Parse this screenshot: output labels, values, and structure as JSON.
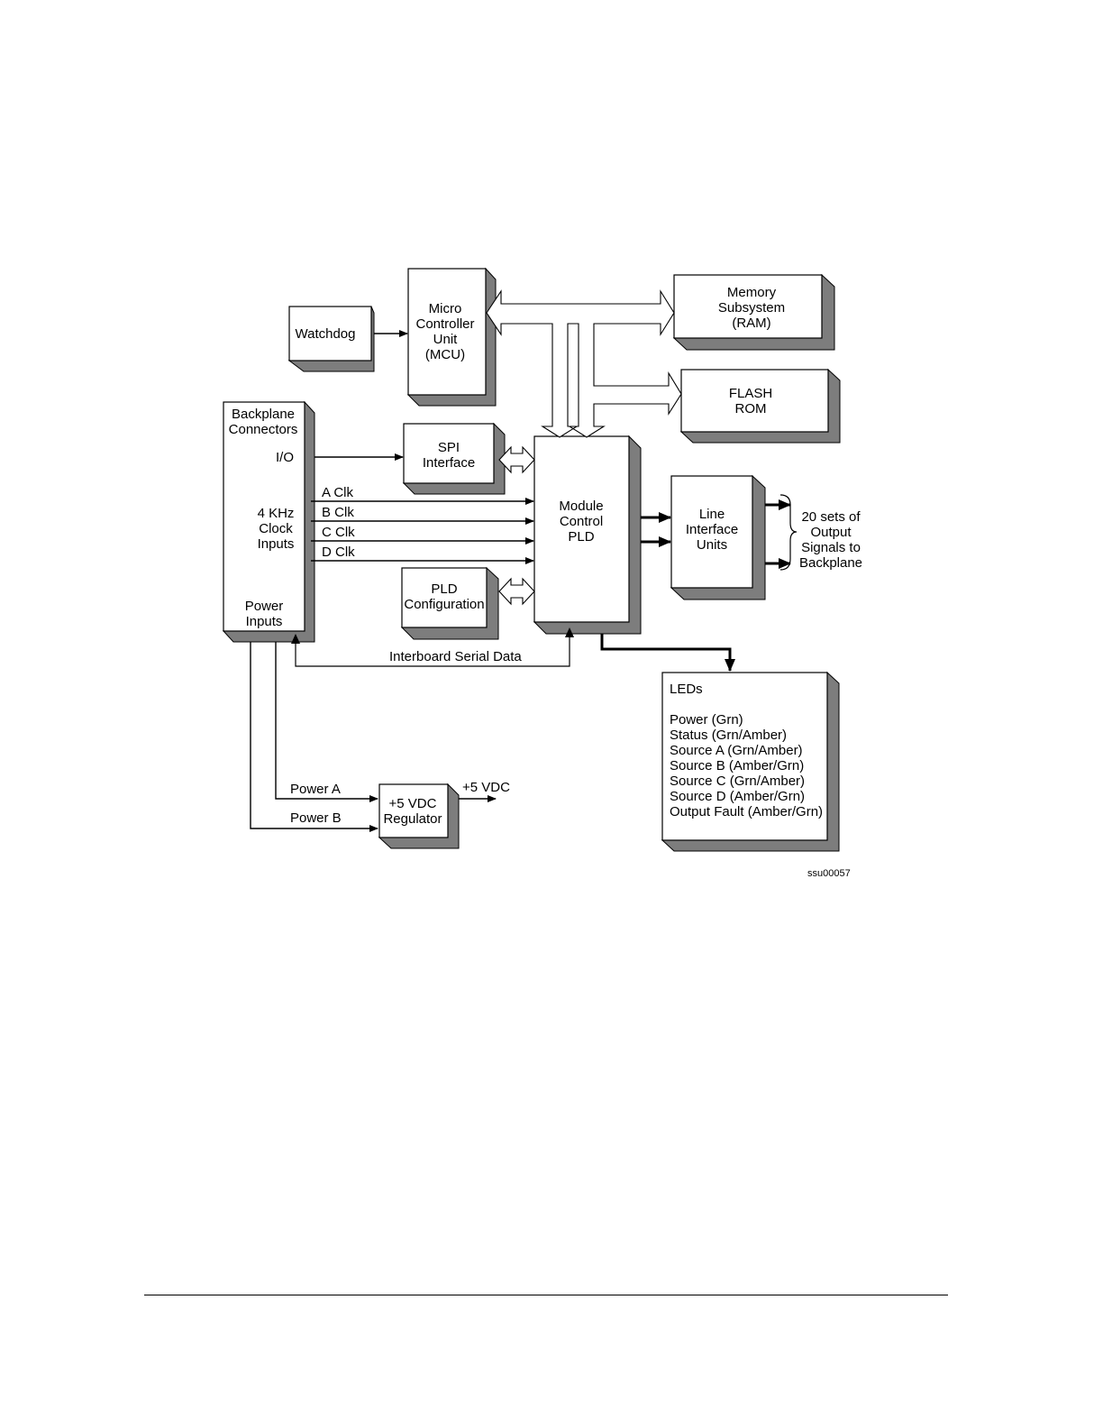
{
  "blocks": {
    "watchdog": [
      "Watchdog"
    ],
    "mcu": [
      "Micro",
      "Controller",
      "Unit",
      "(MCU)"
    ],
    "memory": [
      "Memory",
      "Subsystem",
      "(RAM)"
    ],
    "flash": [
      "FLASH",
      "ROM"
    ],
    "backplane": [
      "Backplane",
      "Connectors"
    ],
    "spi": [
      "SPI",
      "Interface"
    ],
    "pld": [
      "Module",
      "Control",
      "PLD"
    ],
    "liu": [
      "Line",
      "Interface",
      "Units"
    ],
    "pld_config": [
      "PLD",
      "Configuration"
    ],
    "regulator": [
      "+5 VDC",
      "Regulator"
    ],
    "leds_title": [
      "LEDs"
    ],
    "leds_items": [
      "Power (Grn)",
      "Status (Grn/Amber)",
      "Source A (Grn/Amber)",
      "Source B (Amber/Grn)",
      "Source C (Grn/Amber)",
      "Source D (Amber/Grn)",
      "Output Fault (Amber/Grn)"
    ]
  },
  "labels": {
    "io": [
      "I/O"
    ],
    "clock_inputs": [
      "4 KHz",
      "Clock",
      "Inputs"
    ],
    "power_inputs": [
      "Power",
      "Inputs"
    ],
    "a_clk": "A Clk",
    "b_clk": "B Clk",
    "c_clk": "C Clk",
    "d_clk": "D Clk",
    "interboard": "Interboard Serial Data",
    "power_a": "Power A",
    "power_b": "Power B",
    "plus5": "+5 VDC",
    "outputs": [
      "20 sets of",
      "Output",
      "Signals to",
      "Backplane"
    ],
    "figure_id": "ssu00057"
  }
}
